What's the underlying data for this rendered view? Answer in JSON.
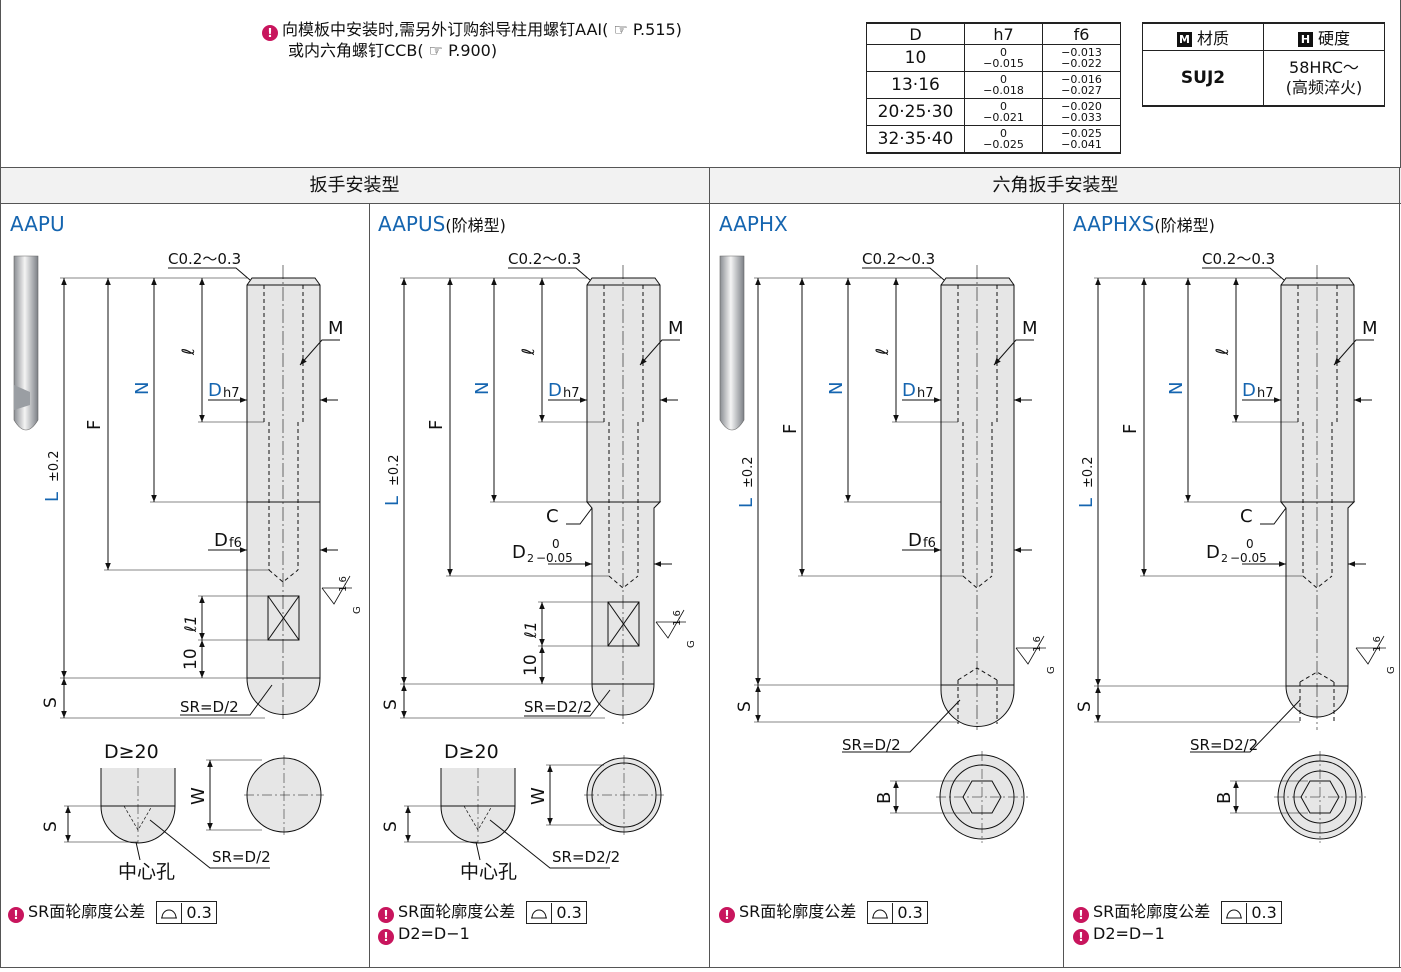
{
  "notes": {
    "top_line1": "向模板中安装时,需另外订购斜导柱用螺钉AAI( ☞ P.515)",
    "top_line2": "或内六角螺钉CCB( ☞ P.900)"
  },
  "tolerance_table": {
    "headers": [
      "D",
      "h7",
      "f6"
    ],
    "rows": [
      {
        "d": "10",
        "h7_upper": "0",
        "h7_lower": "−0.015",
        "f6_upper": "−0.013",
        "f6_lower": "−0.022"
      },
      {
        "d": "13·16",
        "h7_upper": "0",
        "h7_lower": "−0.018",
        "f6_upper": "−0.016",
        "f6_lower": "−0.027"
      },
      {
        "d": "20·25·30",
        "h7_upper": "0",
        "h7_lower": "−0.021",
        "f6_upper": "−0.020",
        "f6_lower": "−0.033"
      },
      {
        "d": "32·35·40",
        "h7_upper": "0",
        "h7_lower": "−0.025",
        "f6_upper": "−0.025",
        "f6_lower": "−0.041"
      }
    ]
  },
  "material_table": {
    "material_badge": "M",
    "material_header": "材质",
    "hardness_badge": "H",
    "hardness_header": "硬度",
    "material": "SUJ2",
    "hardness_line1": "58HRC～",
    "hardness_line2": "(高频淬火)"
  },
  "sections": {
    "wrench": "扳手安装型",
    "hex_wrench": "六角扳手安装型"
  },
  "products": {
    "aapu": "AAPU",
    "aapus": "AAPUS",
    "aapus_suffix": "(阶梯型)",
    "aaphx": "AAPHX",
    "aaphxs": "AAPHXS",
    "aaphxs_suffix": "(阶梯型)"
  },
  "dims": {
    "chamfer": "C0.2～0.3",
    "m": "M",
    "ell": "ℓ",
    "n": "N",
    "f": "F",
    "l": "L",
    "l_tol": "±0.2",
    "dh7_d": "D",
    "dh7_sub": "h7",
    "df6_d": "D",
    "df6_sub": "f6",
    "d2": "D",
    "d2_sub": "2",
    "d2_upper": "0",
    "d2_lower": "−0.05",
    "c": "C",
    "ell1": "ℓ1",
    "ten": "10",
    "s": "S",
    "sr_d2": "SR=D/2",
    "sr_d22": "SR=D2/2",
    "rough_val": "1.6",
    "rough_g": "G",
    "d_ge20": "D≥20",
    "w": "W",
    "b": "B",
    "center_hole": "中心孔"
  },
  "bottom": {
    "sr_tol_label": "SR面轮廓度公差",
    "sr_tol_value": "0.3",
    "d2_note": "D2=D−1"
  },
  "colors": {
    "accent_blue": "#1565b0",
    "note_magenta": "#c8155d",
    "part_fill": "#e6e6e6",
    "header_fill": "#f2f2f2"
  }
}
